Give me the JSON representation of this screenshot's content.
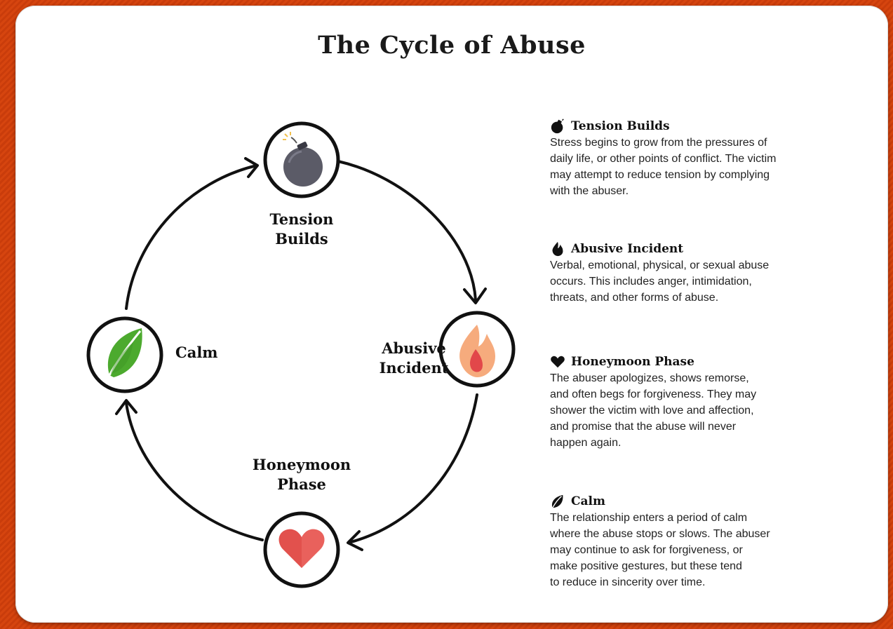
{
  "title": "The Cycle of Abuse",
  "diagram": {
    "nodes": {
      "tension": {
        "label_line1": "Tension",
        "label_line2": "Builds",
        "icon": "bomb-icon",
        "color": "#5a5a66"
      },
      "abusive": {
        "label_line1": "Abusive",
        "label_line2": "Incident",
        "icon": "flame-icon",
        "color": "#f4a77a"
      },
      "honeymoon": {
        "label_line1": "Honeymoon",
        "label_line2": "Phase",
        "icon": "heart-icon",
        "color": "#e2514d"
      },
      "calm": {
        "label": "Calm",
        "icon": "leaf-icon",
        "color": "#4caa2e"
      }
    }
  },
  "legend": [
    {
      "key": "tension",
      "icon": "bomb-icon",
      "title": "Tension Builds",
      "lines": [
        "Stress begins to grow from the pressures of",
        "daily life, or other points of conflict. The victim",
        "may attempt to reduce tension by complying",
        "with the abuser."
      ]
    },
    {
      "key": "abusive",
      "icon": "flame-icon",
      "title": "Abusive Incident",
      "lines": [
        "Verbal, emotional, physical, or sexual abuse",
        "occurs. This includes anger, intimidation,",
        "threats, and other forms of abuse."
      ]
    },
    {
      "key": "honeymoon",
      "icon": "heart-icon",
      "title": "Honeymoon Phase",
      "lines": [
        "The abuser apologizes, shows remorse,",
        "and often begs for forgiveness. They may",
        "shower the victim with love and affection,",
        "and promise that the abuse will never",
        "happen again."
      ]
    },
    {
      "key": "calm",
      "icon": "leaf-icon",
      "title": "Calm",
      "lines": [
        "The relationship enters a period of calm",
        "where the abuse stops or slows. The abuser",
        "may continue to ask for forgiveness, or",
        "make positive gestures, but these tend",
        "to reduce in sincerity over time."
      ]
    }
  ]
}
